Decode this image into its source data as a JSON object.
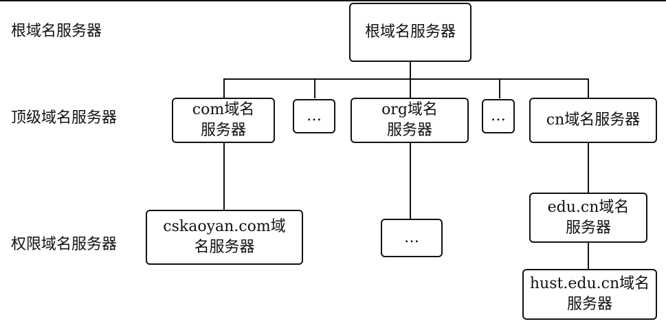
{
  "levels": {
    "root": "根域名服务器",
    "top": "顶级域名服务器",
    "authoritative": "权限域名服务器"
  },
  "nodes": {
    "root": "根域名服务器",
    "com": [
      "com域名",
      "服务器"
    ],
    "ellipsis_1": "…",
    "org": [
      "org域名",
      "服务器"
    ],
    "ellipsis_2": "…",
    "cn": "cn域名服务器",
    "cskaoyan": [
      "cskaoyan.com域",
      "名服务器"
    ],
    "ellipsis_3": "…",
    "edu_cn": [
      "edu.cn域名",
      "服务器"
    ],
    "hust_edu_cn": [
      "hust.edu.cn域名",
      "服务器"
    ]
  }
}
